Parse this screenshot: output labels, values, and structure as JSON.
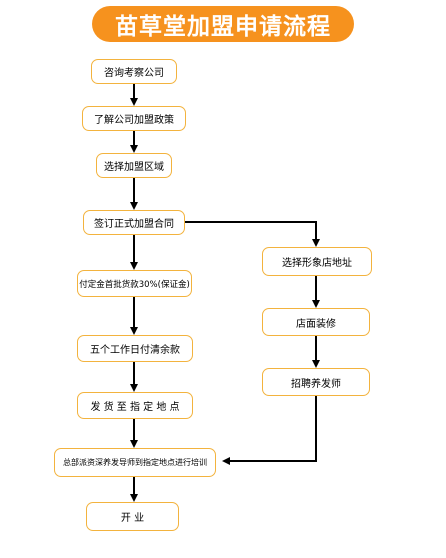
{
  "title": "苗草堂加盟申请流程",
  "colors": {
    "title_bg": "#f6921e",
    "node_border": "#f3b33e",
    "arrow": "#000000"
  },
  "steps": {
    "consult": "咨询考察公司",
    "policy": "了解公司加盟政策",
    "region": "选择加盟区域",
    "contract": "签订正式加盟合同",
    "deposit": "付定金首批货款30%(保证金)",
    "balance": "五个工作日付清余款",
    "ship": "发 货 至 指 定 地 点",
    "training": "总部派资深养发导师到指定地点进行培训",
    "open": "开  业",
    "location": "选择形象店地址",
    "decor": "店面装修",
    "hire": "招聘养发师"
  }
}
